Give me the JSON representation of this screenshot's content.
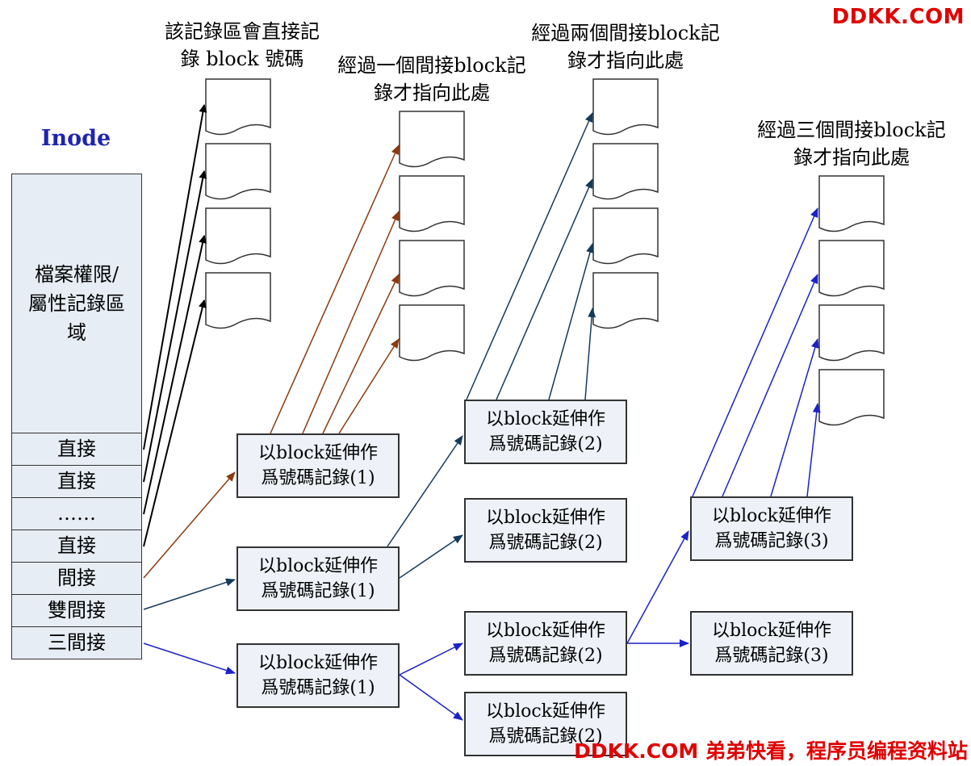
{
  "watermark_top": "DDKK.COM",
  "watermark_bottom": "DDKK.COM 弟弟快看，程序员编程资料站",
  "inode": {
    "title": "Inode",
    "attributes_area": "檔案權限/\n屬性記錄區\n域",
    "rows": [
      "直接",
      "直接",
      "……",
      "直接",
      "間接",
      "雙間接",
      "三間接"
    ]
  },
  "captions": {
    "direct": "該記錄區會直接記\n錄 block 號碼",
    "single": "經過一個間接block記\n錄才指向此處",
    "double": "經過兩個間接block記\n錄才指向此處",
    "triple": "經過三個間接block記\n錄才指向此處"
  },
  "boxes": {
    "single_1": "以block延伸作\n爲號碼記錄(1)",
    "double_1": "以block延伸作\n爲號碼記錄(1)",
    "double_2a": "以block延伸作\n爲號碼記錄(2)",
    "double_2b": "以block延伸作\n爲號碼記錄(2)",
    "triple_1": "以block延伸作\n爲號碼記錄(1)",
    "triple_2a": "以block延伸作\n爲號碼記錄(2)",
    "triple_2b": "以block延伸作\n爲號碼記錄(2)",
    "triple_3a": "以block延伸作\n爲號碼記錄(3)",
    "triple_3b": "以block延伸作\n爲號碼記錄(3)"
  },
  "colors": {
    "direct": "#000000",
    "single": "#8b3a0f",
    "double": "#153a5a",
    "triple": "#1c22c8",
    "inode_title": "#1f24b0",
    "watermark": "#e00000"
  }
}
